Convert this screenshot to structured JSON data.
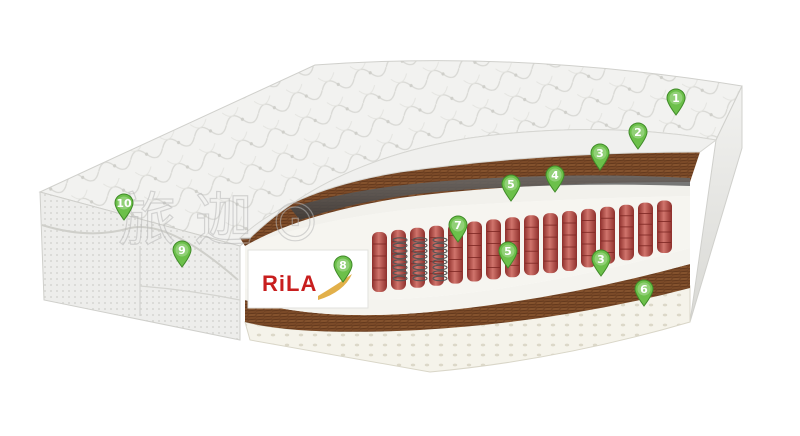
{
  "brand": {
    "name": "RiLA",
    "colors": {
      "red": "#c81e1e",
      "swoosh": "#e2b04a"
    }
  },
  "layers": [
    {
      "name": "cover",
      "color": "#f1f1ef"
    },
    {
      "name": "felt",
      "color": "#efefed"
    },
    {
      "name": "coconut",
      "color": "#7a4a2a"
    },
    {
      "name": "foam",
      "color": "#f3f2ec"
    },
    {
      "name": "spring-block",
      "color": "#b04a44"
    },
    {
      "name": "latex",
      "color": "#f4f2e8"
    }
  ],
  "markers": [
    {
      "label": "1",
      "color": "#6cc04a"
    },
    {
      "label": "2",
      "color": "#6cc04a"
    },
    {
      "label": "3",
      "color": "#6cc04a"
    },
    {
      "label": "4",
      "color": "#6cc04a"
    },
    {
      "label": "5",
      "color": "#6cc04a"
    },
    {
      "label": "5",
      "color": "#6cc04a"
    },
    {
      "label": "3",
      "color": "#6cc04a"
    },
    {
      "label": "6",
      "color": "#6cc04a"
    },
    {
      "label": "7",
      "color": "#6cc04a"
    },
    {
      "label": "8",
      "color": "#6cc04a"
    },
    {
      "label": "9",
      "color": "#6cc04a"
    },
    {
      "label": "10",
      "color": "#6cc04a"
    }
  ]
}
